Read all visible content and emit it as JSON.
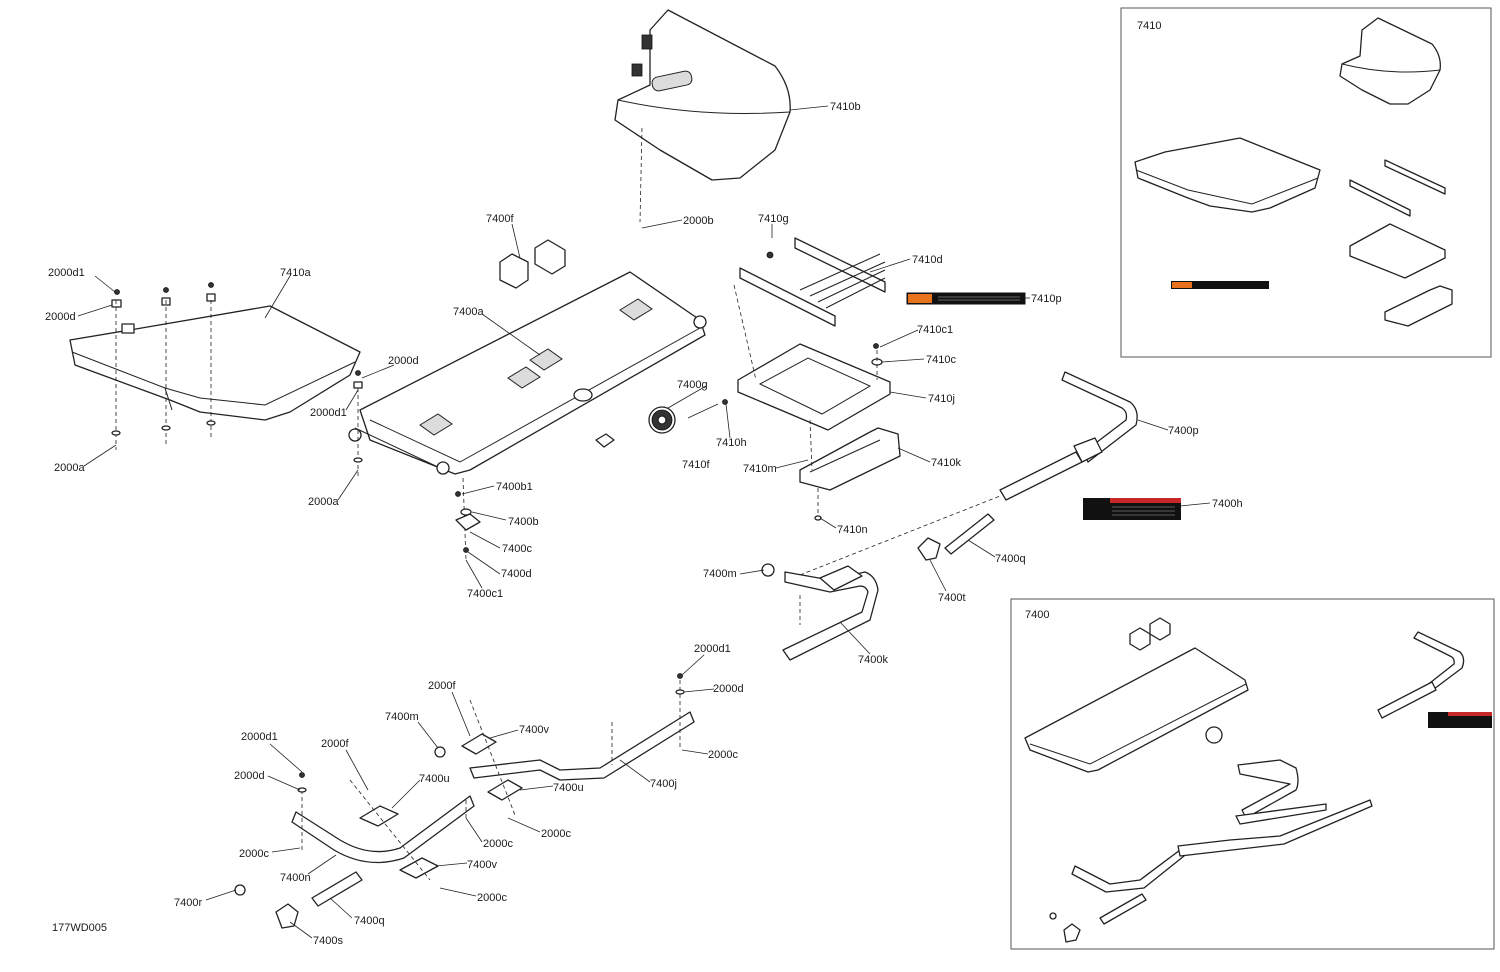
{
  "drawing_ref": "177WD005",
  "insets": {
    "upper": "7410",
    "lower": "7400"
  },
  "callouts": [
    {
      "id": "c1",
      "text": "7410b"
    },
    {
      "id": "c2",
      "text": "2000b"
    },
    {
      "id": "c3",
      "text": "7400f"
    },
    {
      "id": "c4",
      "text": "7410g"
    },
    {
      "id": "c5",
      "text": "7410d"
    },
    {
      "id": "c6",
      "text": "7410p"
    },
    {
      "id": "c7",
      "text": "2000d1"
    },
    {
      "id": "c8",
      "text": "7410a"
    },
    {
      "id": "c9",
      "text": "2000d"
    },
    {
      "id": "c10",
      "text": "7400a"
    },
    {
      "id": "c11",
      "text": "2000d"
    },
    {
      "id": "c12",
      "text": "2000d1"
    },
    {
      "id": "c13",
      "text": "7410c1"
    },
    {
      "id": "c14",
      "text": "7410c"
    },
    {
      "id": "c15",
      "text": "7400g"
    },
    {
      "id": "c16",
      "text": "7410j"
    },
    {
      "id": "c17",
      "text": "7410h"
    },
    {
      "id": "c18",
      "text": "7410f"
    },
    {
      "id": "c19",
      "text": "7410k"
    },
    {
      "id": "c20",
      "text": "7410m"
    },
    {
      "id": "c21",
      "text": "7400p"
    },
    {
      "id": "c22",
      "text": "2000a"
    },
    {
      "id": "c23",
      "text": "2000a"
    },
    {
      "id": "c24",
      "text": "7400b1"
    },
    {
      "id": "c25",
      "text": "7400b"
    },
    {
      "id": "c26",
      "text": "7410n"
    },
    {
      "id": "c27",
      "text": "7400h"
    },
    {
      "id": "c28",
      "text": "7400c"
    },
    {
      "id": "c29",
      "text": "7400d"
    },
    {
      "id": "c30",
      "text": "7400c1"
    },
    {
      "id": "c31",
      "text": "7400q"
    },
    {
      "id": "c32",
      "text": "7400m"
    },
    {
      "id": "c33",
      "text": "7400t"
    },
    {
      "id": "c34",
      "text": "7400k"
    },
    {
      "id": "c35",
      "text": "2000d1"
    },
    {
      "id": "c36",
      "text": "2000f"
    },
    {
      "id": "c37",
      "text": "2000d"
    },
    {
      "id": "c38",
      "text": "7400m"
    },
    {
      "id": "c39",
      "text": "7400v"
    },
    {
      "id": "c40",
      "text": "2000d1"
    },
    {
      "id": "c41",
      "text": "2000f"
    },
    {
      "id": "c42",
      "text": "2000c"
    },
    {
      "id": "c43",
      "text": "2000d"
    },
    {
      "id": "c44",
      "text": "7400u"
    },
    {
      "id": "c45",
      "text": "7400u"
    },
    {
      "id": "c46",
      "text": "7400j"
    },
    {
      "id": "c47",
      "text": "2000c"
    },
    {
      "id": "c48",
      "text": "2000c"
    },
    {
      "id": "c49",
      "text": "2000c"
    },
    {
      "id": "c50",
      "text": "7400n"
    },
    {
      "id": "c51",
      "text": "7400v"
    },
    {
      "id": "c52",
      "text": "7400r"
    },
    {
      "id": "c53",
      "text": "2000c"
    },
    {
      "id": "c54",
      "text": "7400q"
    },
    {
      "id": "c55",
      "text": "7400s"
    }
  ],
  "colors": {
    "line": "#222222",
    "warning_orange": "#e8731c",
    "warning_red": "#c62828",
    "label_black": "#111111"
  }
}
